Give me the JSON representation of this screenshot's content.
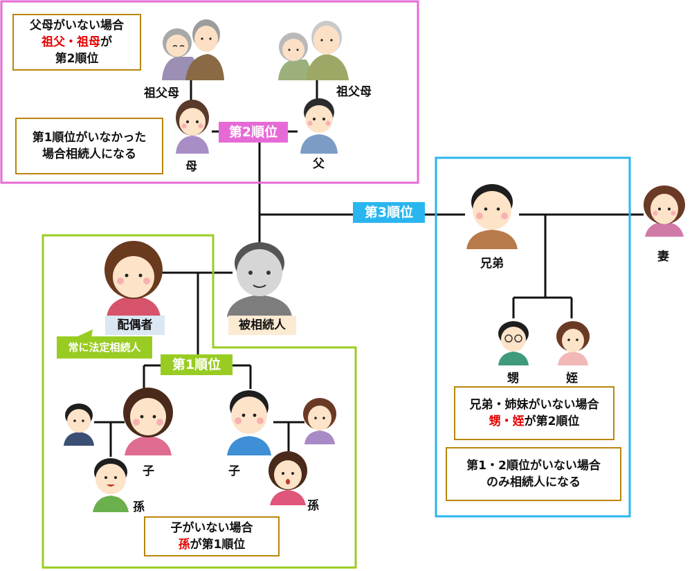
{
  "colors": {
    "rank1": "#99cc22",
    "rank2": "#e66ad6",
    "rank3": "#29b6ef",
    "note_border": "#b8860b",
    "highlight": "#e60000",
    "spouse_label_bg": "#dbe7f2",
    "deceased_label_bg": "#fcebd3"
  },
  "ranks": {
    "rank1": "第1順位",
    "rank2": "第2順位",
    "rank3": "第3順位"
  },
  "notes": {
    "rank2_note1": {
      "line1": "父母がいない場合",
      "line2_red": "祖父・祖母",
      "line2_rest": "が",
      "line3": "第2順位"
    },
    "rank2_note2": {
      "line1": "第1順位がいなかった",
      "line2": "場合相続人になる"
    },
    "rank1_note": {
      "line1": "子がいない場合",
      "line2_red": "孫",
      "line2_rest": "が第1順位"
    },
    "rank3_note1": {
      "line1": "兄弟・姉妹がいない場合",
      "line2_red": "甥・姪",
      "line2_rest": "が第2順位"
    },
    "rank3_note2": {
      "line1": "第1・2順位がいない場合",
      "line2": "のみ相続人になる"
    }
  },
  "people": {
    "grandparents_left": "祖父母",
    "grandparents_right": "祖父母",
    "mother": "母",
    "father": "父",
    "deceased": "被相続人",
    "spouse": "配偶者",
    "spouse_tag": "常に法定相続人",
    "child_left": "子",
    "child_right": "子",
    "grandchild_left": "孫",
    "grandchild_right": "孫",
    "sibling": "兄弟",
    "wife": "妻",
    "nephew": "甥",
    "niece": "姪"
  }
}
